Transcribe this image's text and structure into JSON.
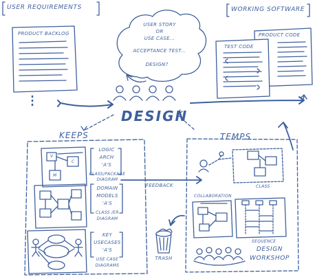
{
  "colors": {
    "ink": "#3e5f9d",
    "paper": "#ffffff"
  },
  "corner_labels": {
    "user_requirements": "USER REQUIREMENTS",
    "working_software": "WORKING SOFTWARE"
  },
  "doc_titles": {
    "product_backlog": "PRODUCT BACKLOG",
    "test code": "TEST CODE",
    "product_code": "PRODUCT CODE"
  },
  "cloud": {
    "line1": "USER STORY",
    "line2": "OR",
    "line3": "USE CASE...",
    "line4": "ACCEPTANCE TEST...",
    "line5": "DESIGN?"
  },
  "center": {
    "title": "DESIGN"
  },
  "keeps": {
    "title": "KEEPS",
    "logic": {
      "line1": "LOGIC",
      "line2": "ARCH",
      "line3": "'A'S",
      "caption1": "CLASS/PACKAGE",
      "caption2": "DIAGRAM"
    },
    "domain": {
      "line1": "DOMAIN",
      "line2": "MODELS",
      "line3": "'A'S",
      "caption1": "CLASS /ER",
      "caption2": "DIAGRAM"
    },
    "key": {
      "line1": "KEY",
      "line2": "USECASES",
      "line3": "'A'S",
      "caption1": "USE CASE",
      "caption2": "DIAGRAMS"
    },
    "box_letters": {
      "v": "V",
      "c": "C",
      "m": "M"
    }
  },
  "temps": {
    "title": "TEMPS",
    "class_caption": "CLASS",
    "collab_title": "COLLABORATION",
    "sequence_caption": "SEQUENCE",
    "workshop_line1": "DESIGN",
    "workshop_line2": "WORKSHOP"
  },
  "feedback": "FEEDBACK",
  "trash": "TRASH"
}
